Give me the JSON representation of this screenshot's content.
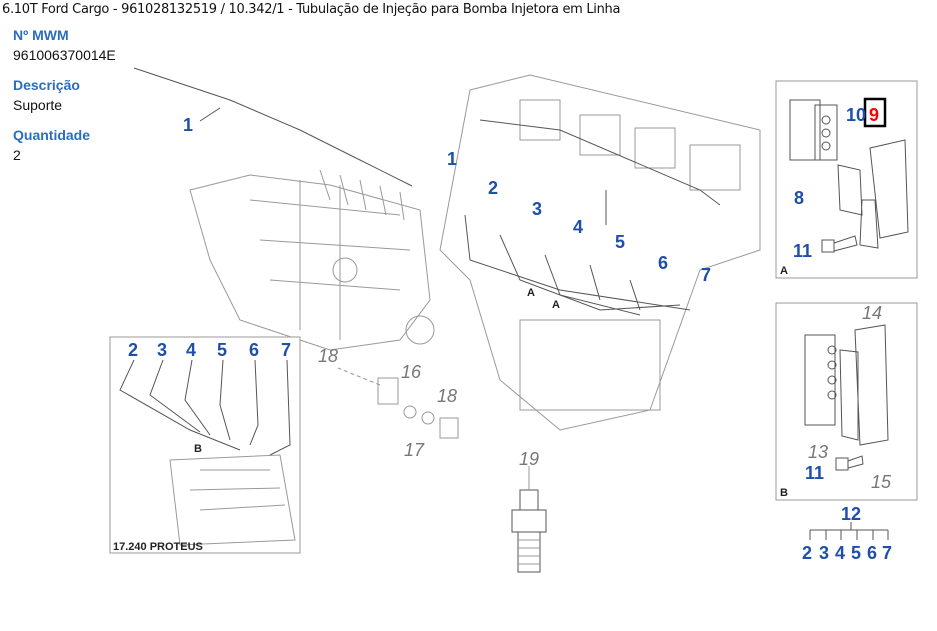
{
  "title": "6.10T Ford Cargo - 961028132519  /  10.342/1 - Tubulação de Injeção para Bomba Injetora em Linha",
  "details": {
    "mwm_label": "Nº MWM",
    "mwm_value": "961006370014E",
    "desc_label": "Descrição",
    "desc_value": "Suporte",
    "qty_label": "Quantidade",
    "qty_value": "2"
  },
  "diagram": {
    "callouts_main": [
      "1",
      "1",
      "2",
      "3",
      "4",
      "5",
      "6",
      "7"
    ],
    "callouts_gray": [
      "18",
      "16",
      "17",
      "18",
      "19"
    ],
    "inset_proteus": {
      "callouts": [
        "2",
        "3",
        "4",
        "5",
        "6",
        "7"
      ],
      "marker": "B",
      "caption": "17.240 PROTEUS"
    },
    "box_a": {
      "callouts": [
        "8",
        "10",
        "9",
        "11"
      ],
      "marker": "A",
      "highlighted": "9"
    },
    "box_b": {
      "callouts": [
        "14",
        "13",
        "11",
        "15"
      ],
      "marker": "B"
    },
    "group": {
      "parent": "12",
      "children": [
        "2",
        "3",
        "4",
        "5",
        "6",
        "7"
      ]
    },
    "highlight_color": "#ff0000",
    "callout_color": "#1f4fa8"
  }
}
